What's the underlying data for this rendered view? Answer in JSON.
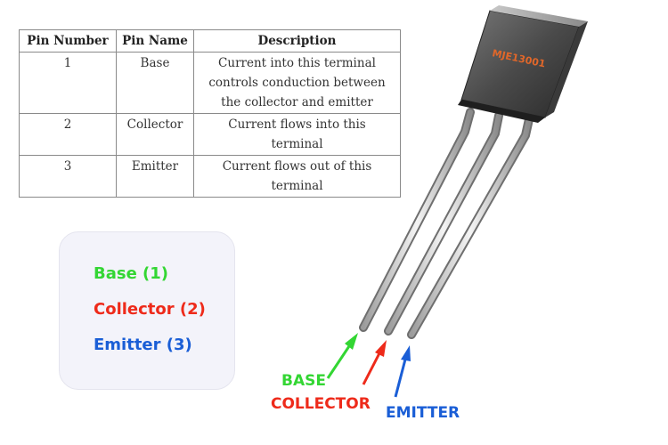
{
  "table": {
    "headers": [
      "Pin Number",
      "Pin Name",
      "Description"
    ],
    "rows": [
      {
        "number": "1",
        "name": "Base",
        "desc1": "Current into this terminal",
        "desc2": "controls conduction between",
        "desc3": "the collector and emitter"
      },
      {
        "number": "2",
        "name": "Collector",
        "desc1": "Current flows into this",
        "desc2": "terminal"
      },
      {
        "number": "3",
        "name": "Emitter",
        "desc1": "Current flows out of this",
        "desc2": "terminal"
      }
    ]
  },
  "legend": {
    "items": [
      {
        "label": "Base (1)",
        "color": "#33d633"
      },
      {
        "label": "Collector (2)",
        "color": "#ee2a1a"
      },
      {
        "label": "Emitter (3)",
        "color": "#1a5ed6"
      }
    ]
  },
  "component": {
    "marking": "MJE13001",
    "marking_color": "#e0672a"
  },
  "pin_labels": {
    "base": {
      "text": "BASE",
      "color": "#33d633"
    },
    "collector": {
      "text": "COLLECTOR",
      "color": "#ee2a1a"
    },
    "emitter": {
      "text": "EMITTER",
      "color": "#1a5ed6"
    }
  }
}
